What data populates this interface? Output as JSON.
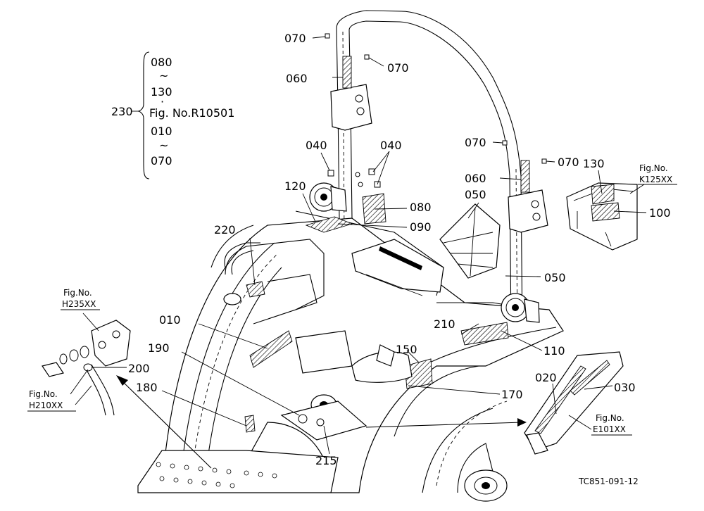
{
  "diagram": {
    "code": "TC851-091-12",
    "group": {
      "number": "230",
      "lines": [
        "080",
        "~",
        "130",
        "·",
        "Fig. No.R10501",
        "010",
        "~",
        "070"
      ]
    },
    "labels": {
      "l070a": "070",
      "l070b": "070",
      "l070c": "070",
      "l070d": "070",
      "l060a": "060",
      "l060b": "060",
      "l040a": "040",
      "l040b": "040",
      "l120": "120",
      "l080": "080",
      "l090": "090",
      "l050a": "050",
      "l050b": "050",
      "l220": "220",
      "l130": "130",
      "l100": "100",
      "l010": "010",
      "l190": "190",
      "l200": "200",
      "l180": "180",
      "l215": "215",
      "l210": "210",
      "l110": "110",
      "l150": "150",
      "l170": "170",
      "l020": "020",
      "l030": "030"
    },
    "refs": {
      "k125_fig": "Fig.No.",
      "k125_no": "K125XX",
      "h235_fig": "Fig.No.",
      "h235_no": "H235XX",
      "h210_fig": "Fig.No.",
      "h210_no": "H210XX",
      "e101_fig": "Fig.No.",
      "e101_no": "E101XX"
    }
  }
}
